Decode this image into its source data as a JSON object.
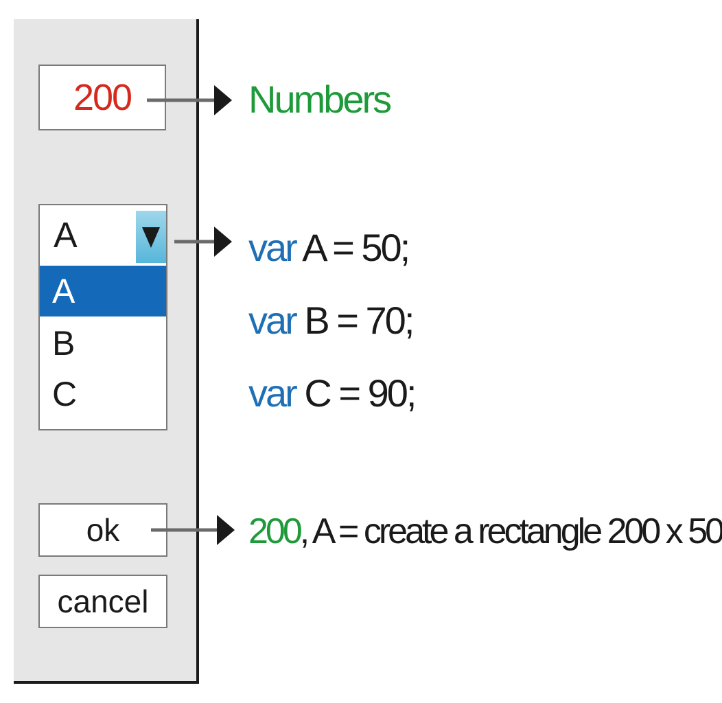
{
  "number_field": {
    "value": "200"
  },
  "dropdown": {
    "selected_value": "A",
    "options": [
      "A",
      "B",
      "C"
    ],
    "highlighted_index": 0
  },
  "buttons": {
    "ok_label": "ok",
    "cancel_label": "cancel"
  },
  "annotations": {
    "numbers_label": "Numbers",
    "vars": [
      {
        "keyword": "var",
        "rest": "A = 50;"
      },
      {
        "keyword": "var",
        "rest": "B = 70;"
      },
      {
        "keyword": "var",
        "rest": "C = 90;"
      }
    ],
    "result": {
      "number": "200",
      "rest": ", A = create a rectangle 200 x 50"
    }
  },
  "colors": {
    "number_red": "#d42a1e",
    "label_green": "#1e9a3a",
    "keyword_blue": "#1f6fb5",
    "selection_blue": "#1469b8",
    "dropdown_button": "#57b7da"
  }
}
